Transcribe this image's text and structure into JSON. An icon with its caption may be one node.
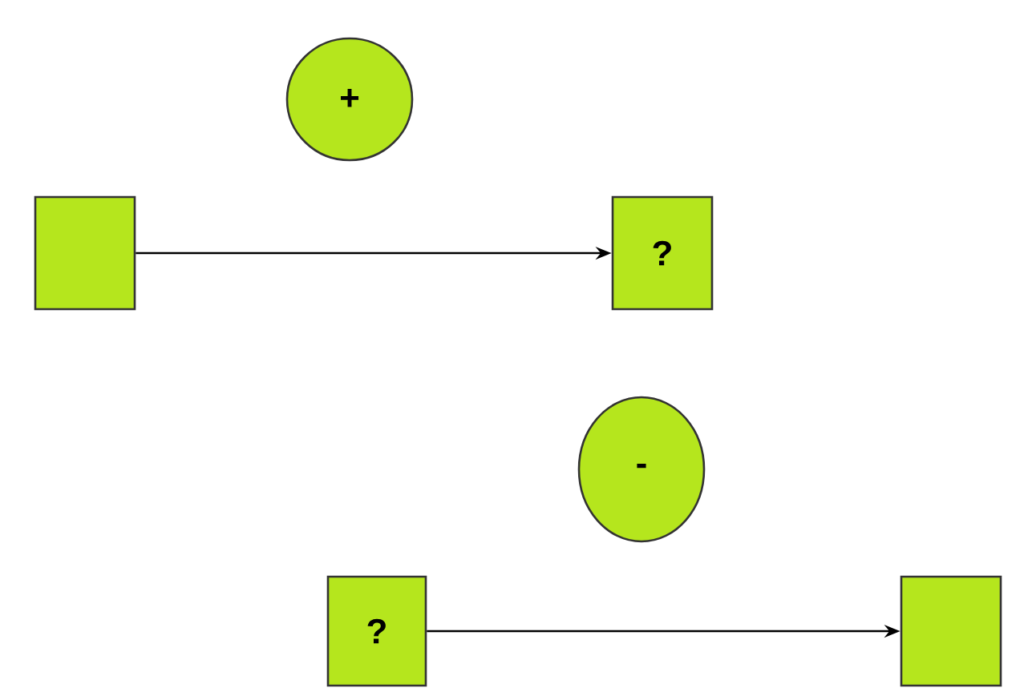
{
  "diagram": {
    "nodes": [
      {
        "text": [
          "+"
        ]
      },
      {
        "text": [],
        "shape": "box"
      },
      {
        "text": [
          "?"
        ]
      },
      {
        "text": [
          "-"
        ]
      },
      {
        "text": [
          "?"
        ]
      },
      {
        "text": [],
        "shape": "box"
      }
    ],
    "edges": [
      {
        "from": 1,
        "to": 2,
        "arrow": "to"
      },
      {
        "from": 4,
        "to": 5,
        "arrow": "to"
      }
    ]
  }
}
